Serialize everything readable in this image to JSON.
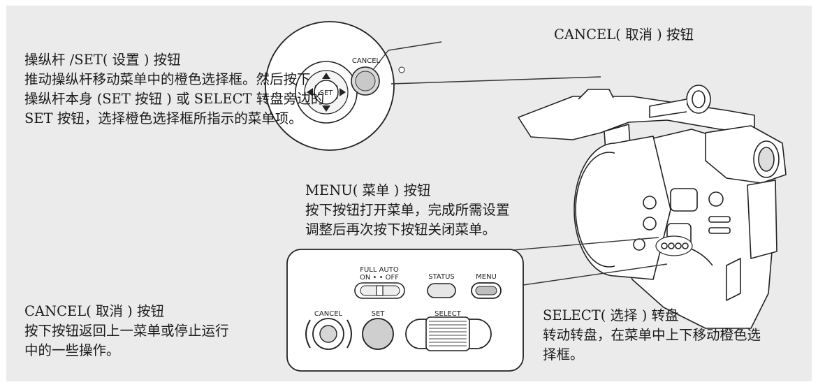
{
  "joystick": {
    "title": "操纵杆 /SET( 设置 ) 按钮",
    "lines": [
      "推动操纵杆移动菜单中的橙色选择框。然后按下",
      "操纵杆本身 (SET 按钮 ) 或 SELECT 转盘旁边的",
      "SET 按钮，选择橙色选择框所指示的菜单项。"
    ],
    "set_label": "SET"
  },
  "cancel_top": {
    "title": "CANCEL( 取消 ) 按钮",
    "button_label": "CANCEL"
  },
  "menu": {
    "title": "MENU( 菜单 ) 按钮",
    "lines": [
      "按下按钮打开菜单，完成所需设置",
      "调整后再次按下按钮关闭菜单。"
    ]
  },
  "cancel_bottom": {
    "title": "CANCEL( 取消 ) 按钮",
    "lines": [
      "按下按钮返回上一菜单或停止运行",
      "中的一些操作。"
    ]
  },
  "select": {
    "title": "SELECT( 选择 ) 转盘",
    "lines": [
      "转动转盘，在菜单中上下移动橙色选",
      "择框。"
    ]
  },
  "panel_labels": {
    "full_auto": "FULL AUTO",
    "on_off": "ON • • OFF",
    "status": "STATUS",
    "menu": "MENU",
    "cancel": "CANCEL",
    "set": "SET",
    "select": "SELECT"
  }
}
